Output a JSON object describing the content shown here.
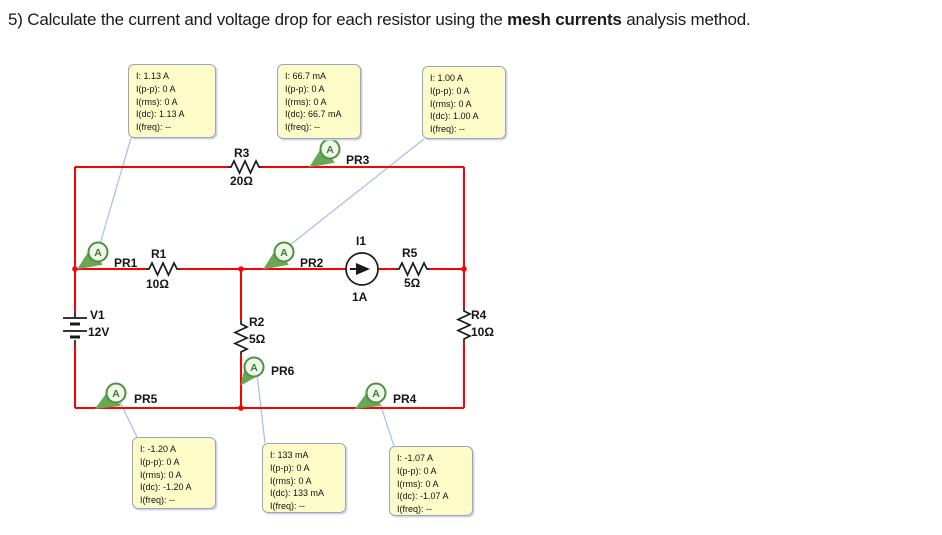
{
  "page_title": {
    "prefix": "5) Calculate the current and voltage drop for each resistor using the ",
    "emphasis": "mesh currents",
    "suffix": " analysis method."
  },
  "colors": {
    "wire": "#ff0000",
    "component": "#1a1a1a",
    "probe_green": "#4e9140",
    "probe_arrow_green": "#7bb763",
    "callout_line": "#a8bce8",
    "measurement_box_fill": "#fdfcc9",
    "measurement_box_border": "#9ba4bf"
  },
  "components": {
    "v1": {
      "name": "V1",
      "value": "12V"
    },
    "i1": {
      "name": "I1",
      "value": "1A"
    },
    "r1": {
      "name": "R1",
      "value": "10Ω"
    },
    "r2": {
      "name": "R2",
      "value": "5Ω"
    },
    "r3": {
      "name": "R3",
      "value": "20Ω"
    },
    "r4": {
      "name": "R4",
      "value": "10Ω"
    },
    "r5": {
      "name": "R5",
      "value": "5Ω"
    }
  },
  "probes": {
    "icon_letter": "A",
    "pr1": {
      "label": "PR1"
    },
    "pr2": {
      "label": "PR2"
    },
    "pr3": {
      "label": "PR3"
    },
    "pr4": {
      "label": "PR4"
    },
    "pr5": {
      "label": "PR5"
    },
    "pr6": {
      "label": "PR6"
    }
  },
  "measurements": {
    "pr1": {
      "lines": [
        "I: 1.13 A",
        "I(p-p): 0 A",
        "I(rms): 0 A",
        "I(dc): 1.13 A",
        "I(freq): --"
      ]
    },
    "pr3": {
      "lines": [
        "I: 66.7 mA",
        "I(p-p): 0 A",
        "I(rms): 0 A",
        "I(dc): 66.7 mA",
        "I(freq): --"
      ]
    },
    "pr2": {
      "lines": [
        "I: 1.00 A",
        "I(p-p): 0 A",
        "I(rms): 0 A",
        "I(dc): 1.00 A",
        "I(freq): --"
      ]
    },
    "pr5": {
      "lines": [
        "I: -1.20 A",
        "I(p-p): 0 A",
        "I(rms): 0 A",
        "I(dc): -1.20 A",
        "I(freq): --"
      ]
    },
    "pr6": {
      "lines": [
        "I: 133 mA",
        "I(p-p): 0 A",
        "I(rms): 0 A",
        "I(dc): 133 mA",
        "I(freq): --"
      ]
    },
    "pr4": {
      "lines": [
        "I: -1.07 A",
        "I(p-p): 0 A",
        "I(rms): 0 A",
        "I(dc): -1.07 A",
        "I(freq): --"
      ]
    }
  }
}
